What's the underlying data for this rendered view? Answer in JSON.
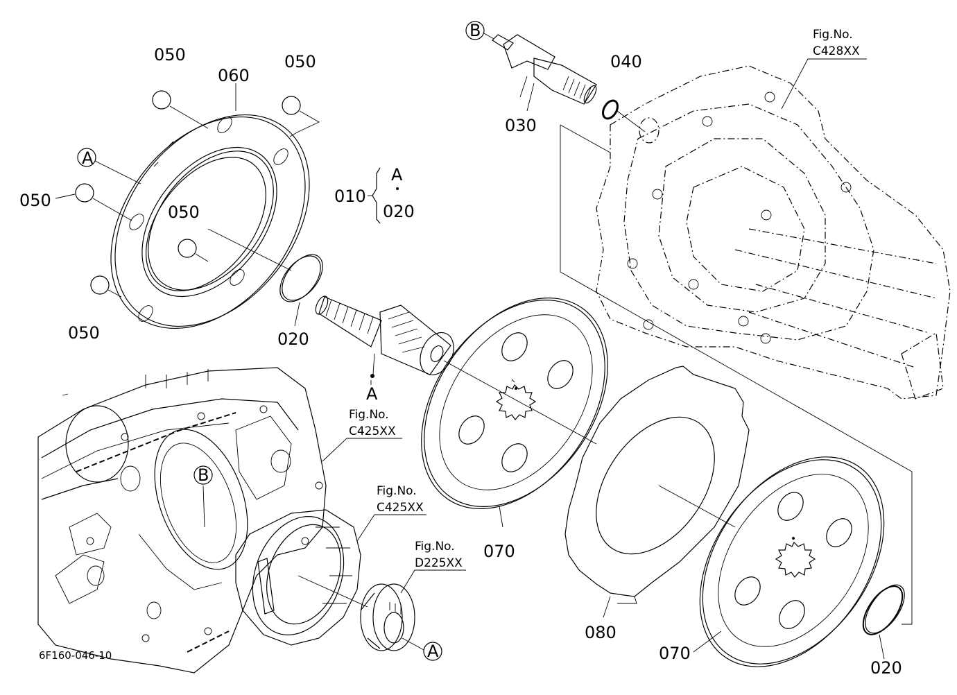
{
  "drawing_code": "6F160-046-10",
  "callouts": {
    "c050_a": "050",
    "c060": "060",
    "c050_b": "050",
    "cA_left": "A",
    "c050_c": "050",
    "c050_d": "050",
    "c050_e": "050",
    "c020_ring": "020",
    "c010": "010",
    "c010_A": "A",
    "c010_020": "020",
    "cA_shaft": "A",
    "cB_top": "B",
    "c030": "030",
    "c040": "040",
    "c070_a": "070",
    "c080": "080",
    "c070_b": "070",
    "c020_right": "020",
    "cB_case": "B",
    "cA_hub": "A"
  },
  "fig_refs": {
    "c428": {
      "title": "Fig.No.",
      "code": "C428XX"
    },
    "c425_a": {
      "title": "Fig.No.",
      "code": "C425XX"
    },
    "c425_b": {
      "title": "Fig.No.",
      "code": "C425XX"
    },
    "d225": {
      "title": "Fig.No.",
      "code": "D225XX"
    }
  }
}
